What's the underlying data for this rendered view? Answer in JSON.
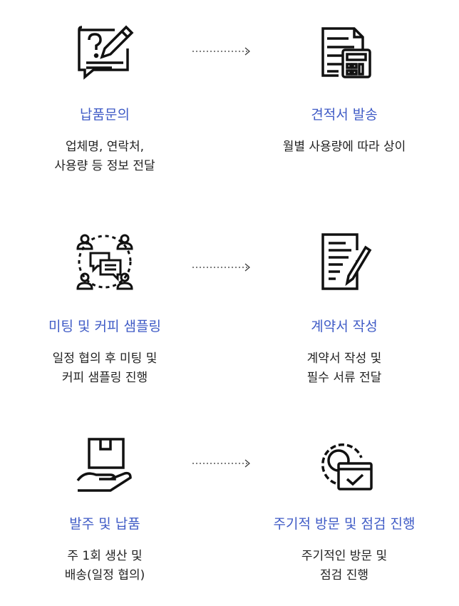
{
  "steps": [
    {
      "title": "납품문의",
      "desc": [
        "업체명, 연락처,",
        "사용량 등 정보 전달"
      ],
      "icon": "inquiry-icon"
    },
    {
      "title": "견적서 발송",
      "desc": [
        "월별 사용량에 따라 상이"
      ],
      "icon": "estimate-calculator-icon"
    },
    {
      "title": "미팅 및 커피 샘플링",
      "desc": [
        "일정 협의 후 미팅 및",
        "커피 샘플링 진행"
      ],
      "icon": "meeting-icon"
    },
    {
      "title": "계약서 작성",
      "desc": [
        "계약서 작성 및",
        "필수 서류 전달"
      ],
      "icon": "contract-icon"
    },
    {
      "title": "발주 및 납품",
      "desc": [
        "주 1회 생산 및",
        "배송(일정 협의)"
      ],
      "icon": "delivery-box-icon"
    },
    {
      "title": "주기적 방문 및 점검 진행",
      "desc": [
        "주기적인 방문 및",
        "점검 진행"
      ],
      "icon": "maintenance-gear-icon"
    }
  ],
  "accent": "#3f5bc6"
}
